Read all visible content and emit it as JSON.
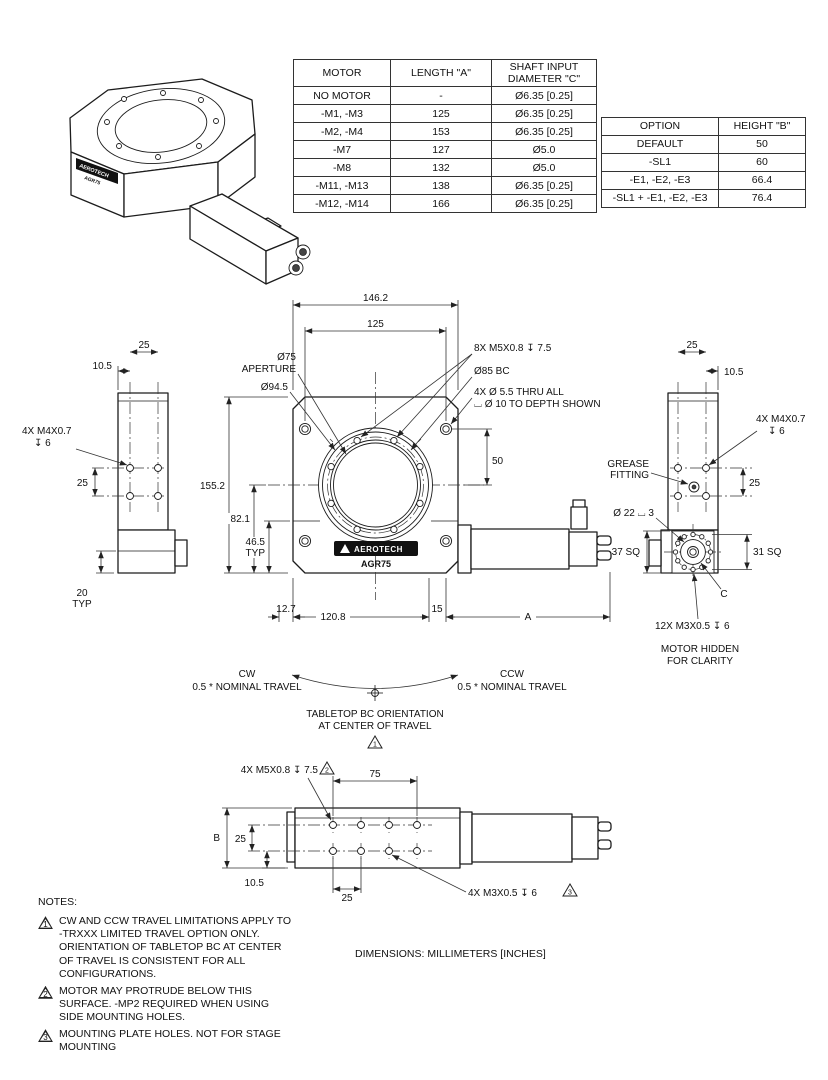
{
  "isometric": {
    "brand": "AEROTECH",
    "model": "AGR75"
  },
  "motor_table": {
    "col1": "MOTOR",
    "col2": "LENGTH \"A\"",
    "col3": "SHAFT INPUT DIAMETER \"C\"",
    "rows": [
      {
        "motor": "NO MOTOR",
        "length": "-",
        "shaft": "Ø6.35 [0.25]"
      },
      {
        "motor": "-M1, -M3",
        "length": "125",
        "shaft": "Ø6.35 [0.25]"
      },
      {
        "motor": "-M2, -M4",
        "length": "153",
        "shaft": "Ø6.35 [0.25]"
      },
      {
        "motor": "-M7",
        "length": "127",
        "shaft": "Ø5.0"
      },
      {
        "motor": "-M8",
        "length": "132",
        "shaft": "Ø5.0"
      },
      {
        "motor": "-M11, -M13",
        "length": "138",
        "shaft": "Ø6.35 [0.25]"
      },
      {
        "motor": "-M12, -M14",
        "length": "166",
        "shaft": "Ø6.35 [0.25]"
      }
    ]
  },
  "option_table": {
    "col1": "OPTION",
    "col2": "HEIGHT \"B\"",
    "rows": [
      {
        "option": "DEFAULT",
        "height": "50"
      },
      {
        "option": "-SL1",
        "height": "60"
      },
      {
        "option": "-E1, -E2, -E3",
        "height": "66.4"
      },
      {
        "option": "-SL1 + -E1, -E2, -E3",
        "height": "76.4"
      }
    ]
  },
  "front": {
    "w_overall": "146.2",
    "w_holes": "125",
    "aperture1": "Ø75",
    "aperture2": "APERTURE",
    "boss": "Ø94.5",
    "tap8": "8X M5X0.8 ↧ 7.5",
    "bc": "Ø85 BC",
    "thru1": "4X  Ø 5.5 THRU ALL",
    "thru2": "⌴ Ø 10 TO DEPTH SHOWN",
    "h_overall": "155.2",
    "h_center": "82.1",
    "h_typ": "46.5",
    "typ": "TYP",
    "hole_v": "50",
    "b1": "12.7",
    "b2": "120.8",
    "b3": "15",
    "b4": "A",
    "brand": "AEROTECH",
    "model": "AGR75"
  },
  "left": {
    "d25t": "25",
    "d105": "10.5",
    "tap1": "4X M4X0.7",
    "tap2": "↧ 6",
    "d25": "25",
    "d20": "20",
    "typ": "TYP"
  },
  "right": {
    "d25t": "25",
    "d105": "10.5",
    "tap1": "4X M4X0.7",
    "tap2": "↧ 6",
    "grease1": "GREASE",
    "grease2": "FITTING",
    "boss": "Ø 22  ⌴ 3",
    "d25": "25",
    "sq37": "37 SQ",
    "sq31": "31 SQ",
    "c": "C",
    "tap12": "12X M3X0.5 ↧ 6",
    "hidden1": "MOTOR HIDDEN",
    "hidden2": "FOR CLARITY"
  },
  "travel": {
    "cw": "CW",
    "cw2": "0.5 * NOMINAL TRAVEL",
    "ccw": "CCW",
    "ccw2": "0.5 * NOMINAL TRAVEL",
    "bc1": "TABLETOP BC ORIENTATION",
    "bc2": "AT CENTER OF TRAVEL",
    "flag": "1"
  },
  "bottom": {
    "tap5": "4X M5X0.8 ↧ 7.5",
    "flag2": "2",
    "d75": "75",
    "b": "B",
    "d25v": "25",
    "d105": "10.5",
    "d25h": "25",
    "tap3": "4X M3X0.5 ↧ 6",
    "flag3": "3"
  },
  "notes": {
    "heading": "NOTES:",
    "n1_flag": "1",
    "n1": "CW AND CCW TRAVEL LIMITATIONS APPLY TO -TRXXX LIMITED TRAVEL OPTION ONLY. ORIENTATION OF TABLETOP BC AT CENTER OF TRAVEL IS CONSISTENT FOR ALL CONFIGURATIONS.",
    "n2_flag": "2",
    "n2": "MOTOR MAY PROTRUDE BELOW THIS SURFACE. -MP2 REQUIRED WHEN USING SIDE MOUNTING HOLES.",
    "n3_flag": "3",
    "n3": "MOUNTING PLATE HOLES. NOT FOR STAGE MOUNTING",
    "dimensions": "DIMENSIONS:  MILLIMETERS [INCHES]"
  }
}
